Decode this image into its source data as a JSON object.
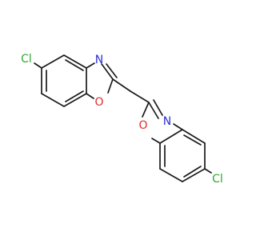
{
  "atoms": {
    "cl1": {
      "symbol": "Cl",
      "color": "#2fa82f"
    },
    "n1": {
      "symbol": "N",
      "color": "#2f2fd8"
    },
    "o1": {
      "symbol": "O",
      "color": "#e52b2b"
    },
    "o2": {
      "symbol": "O",
      "color": "#e52b2b"
    },
    "n2": {
      "symbol": "N",
      "color": "#2f2fd8"
    },
    "cl2": {
      "symbol": "Cl",
      "color": "#2fa82f"
    }
  },
  "bond_color": "#1a1a1a",
  "background": "#ffffff"
}
